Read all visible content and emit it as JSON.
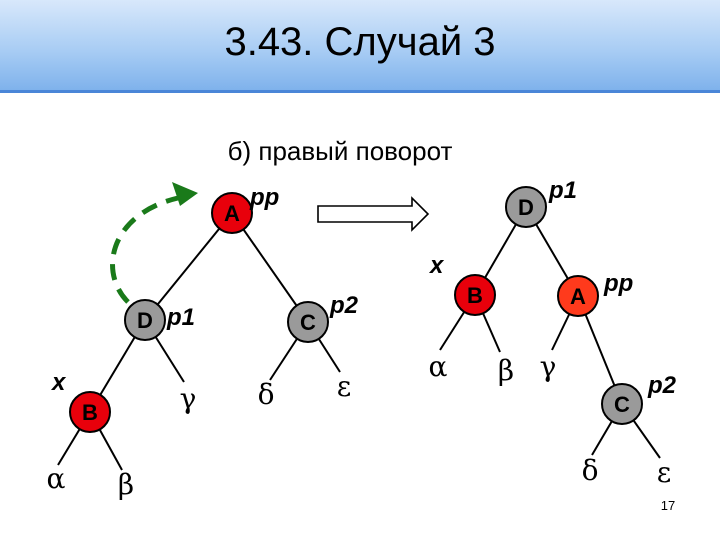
{
  "slide": {
    "title": "3.43. Случай 3",
    "subtitle": "б) правый поворот",
    "page_number": "17"
  },
  "colors": {
    "red_node": "#e8000b",
    "gray_node": "#9a9a9a",
    "edge": "#000000",
    "arrow_dashed": "#1a7a1a"
  },
  "left_tree": {
    "node_A": "A",
    "label_pp": "pp",
    "node_D": "D",
    "label_p1": "p1",
    "node_C": "C",
    "label_p2": "p2",
    "node_B": "B",
    "label_x": "x",
    "alpha": "α",
    "beta": "β",
    "gamma": "γ",
    "delta": "δ",
    "epsilon": "ε"
  },
  "right_tree": {
    "node_D": "D",
    "label_p1": "p1",
    "node_B": "B",
    "label_x": "x",
    "node_A": "A",
    "label_pp": "pp",
    "node_C": "C",
    "label_p2": "p2",
    "alpha": "α",
    "beta": "β",
    "gamma": "γ",
    "delta": "δ",
    "epsilon": "ε"
  }
}
